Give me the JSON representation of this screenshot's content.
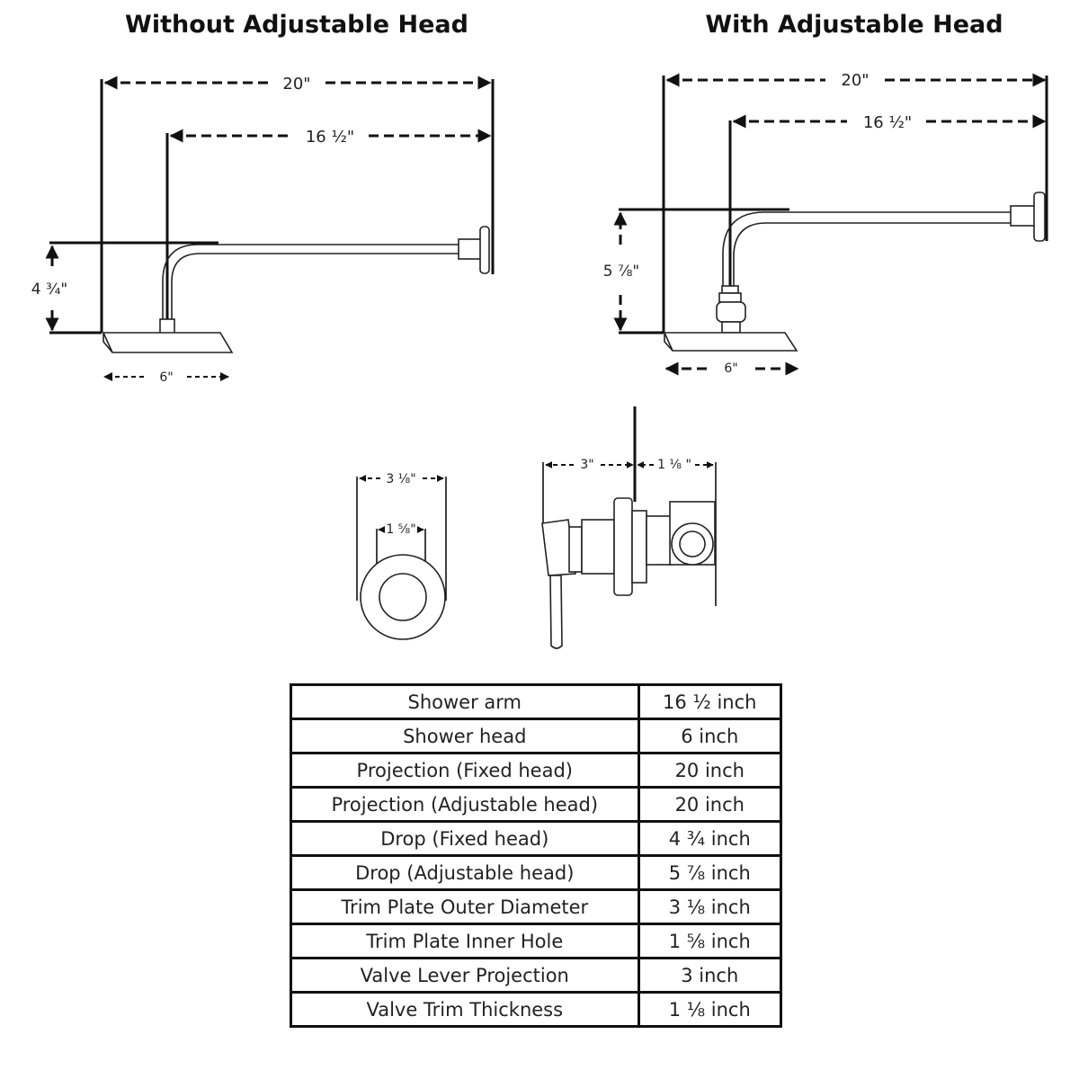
{
  "titles": {
    "left": "Without Adjustable Head",
    "right": "With Adjustable Head"
  },
  "dimensions": {
    "left": {
      "projection": "20\"",
      "arm": "16 ½\"",
      "drop": "4 ¾\"",
      "head": "6\""
    },
    "right": {
      "projection": "20\"",
      "arm": "16 ½\"",
      "drop": "5 ⅞\"",
      "head": "6\""
    },
    "trim_plate": {
      "outer": "3 ⅛\"",
      "inner": "1 ⅝\""
    },
    "valve": {
      "lever": "3\"",
      "thickness": "1 ⅛ \""
    }
  },
  "spec_table": {
    "rows": [
      {
        "label": "Shower arm",
        "value": "16 ½ inch"
      },
      {
        "label": "Shower head",
        "value": "6 inch"
      },
      {
        "label": "Projection (Fixed head)",
        "value": "20 inch"
      },
      {
        "label": "Projection (Adjustable head)",
        "value": "20 inch"
      },
      {
        "label": "Drop (Fixed head)",
        "value": "4 ¾ inch"
      },
      {
        "label": "Drop (Adjustable head)",
        "value": "5 ⅞ inch"
      },
      {
        "label": "Trim Plate Outer Diameter",
        "value": "3 ⅛ inch"
      },
      {
        "label": "Trim Plate Inner Hole",
        "value": "1 ⅝ inch"
      },
      {
        "label": "Valve Lever Projection",
        "value": "3 inch"
      },
      {
        "label": "Valve Trim Thickness",
        "value": "1 ⅛ inch"
      }
    ]
  }
}
